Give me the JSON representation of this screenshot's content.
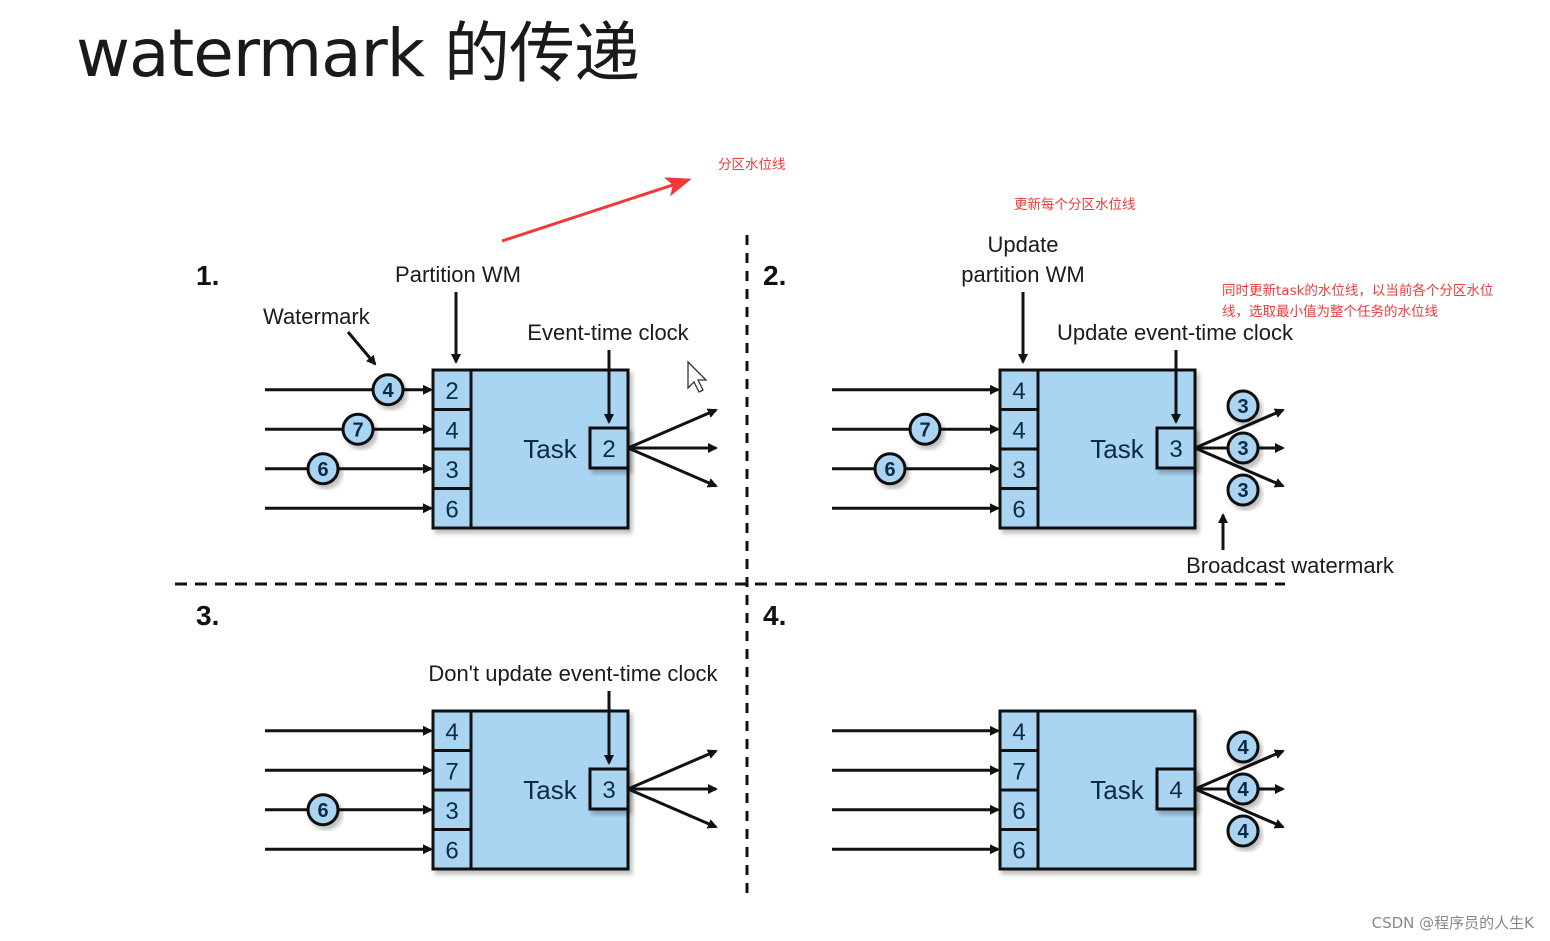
{
  "title": "watermark 的传递",
  "annotations": {
    "partition_wm_note": "分区水位线",
    "update_each_partition_note": "更新每个分区水位线",
    "task_wm_note_line1": "同时更新task的水位线，以当前各个分区水位",
    "task_wm_note_line2": "线，选取最小值为整个任务的水位线"
  },
  "footer_watermark": "CSDN @程序员的人生K",
  "colors": {
    "box_fill": "#a9d4f2",
    "annotation_red": "#f03a3a",
    "stroke": "#111111"
  },
  "panels": [
    {
      "number": "1.",
      "labels": {
        "watermark": "Watermark",
        "partition": "Partition WM",
        "clock": "Event-time clock"
      },
      "task_label": "Task",
      "partitions": [
        "2",
        "4",
        "3",
        "6"
      ],
      "incoming_watermarks": [
        {
          "row": 0,
          "value": "4"
        },
        {
          "row": 1,
          "value": "7"
        },
        {
          "row": 2,
          "value": "6"
        }
      ],
      "clock": "2",
      "broadcast": []
    },
    {
      "number": "2.",
      "labels": {
        "partition": "Update partition WM",
        "clock": "Update event-time clock",
        "broadcast": "Broadcast watermark"
      },
      "task_label": "Task",
      "partitions": [
        "4",
        "4",
        "3",
        "6"
      ],
      "incoming_watermarks": [
        {
          "row": 1,
          "value": "7"
        },
        {
          "row": 2,
          "value": "6"
        }
      ],
      "clock": "3",
      "broadcast": [
        "3",
        "3",
        "3"
      ]
    },
    {
      "number": "3.",
      "labels": {
        "clock": "Don't update event-time clock"
      },
      "task_label": "Task",
      "partitions": [
        "4",
        "7",
        "3",
        "6"
      ],
      "incoming_watermarks": [
        {
          "row": 2,
          "value": "6"
        }
      ],
      "clock": "3",
      "broadcast": []
    },
    {
      "number": "4.",
      "labels": {},
      "task_label": "Task",
      "partitions": [
        "4",
        "7",
        "6",
        "6"
      ],
      "incoming_watermarks": [],
      "clock": "4",
      "broadcast": [
        "4",
        "4",
        "4"
      ]
    }
  ]
}
